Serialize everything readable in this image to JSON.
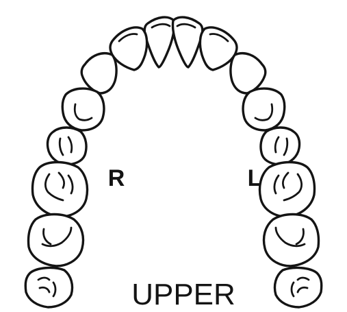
{
  "labels": {
    "right": "R",
    "left": "L",
    "arch": "UPPER"
  },
  "teeth": {
    "right": [
      "central-incisor",
      "lateral-incisor",
      "canine",
      "first-premolar",
      "second-premolar",
      "first-molar",
      "second-molar",
      "third-molar"
    ],
    "left": [
      "central-incisor",
      "lateral-incisor",
      "canine",
      "first-premolar",
      "second-premolar",
      "first-molar",
      "second-molar",
      "third-molar"
    ]
  },
  "colors": {
    "ink": "#141414",
    "paper": "#ffffff"
  }
}
